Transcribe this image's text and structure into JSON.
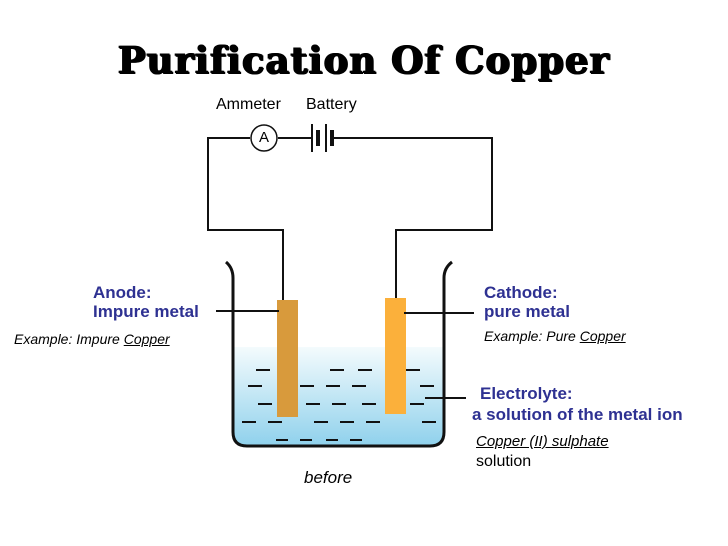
{
  "title": "Purification Of Copper",
  "circuit": {
    "ammeter_label": "Ammeter",
    "battery_label": "Battery",
    "ammeter_symbol": "A"
  },
  "anode": {
    "heading": "Anode:",
    "description": "Impure metal",
    "example_prefix": "Example: Impure",
    "example_metal": "Copper"
  },
  "cathode": {
    "heading": "Cathode:",
    "description": "pure metal",
    "example_prefix": "Example: Pure",
    "example_metal": "Copper"
  },
  "electrolyte": {
    "heading": "Electrolyte:",
    "description": "a solution of the metal ion",
    "example": "Copper (II) sulphate",
    "example_suffix": "solution"
  },
  "caption": "before",
  "colors": {
    "anode": "#d89a3c",
    "cathode": "#fbb03b",
    "electrolyte_top": "#f4fbfd",
    "electrolyte_bottom": "#8fd1ec",
    "label_blue": "#2e3192"
  }
}
